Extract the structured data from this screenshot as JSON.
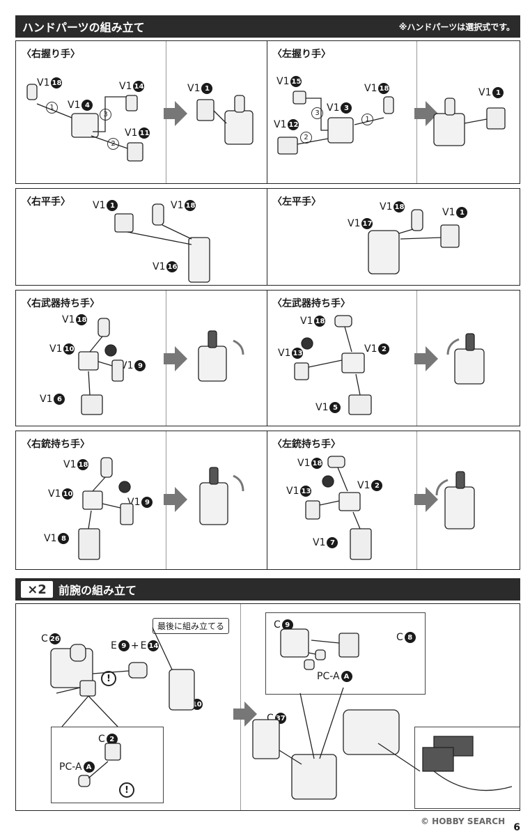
{
  "section1": {
    "title": "ハンドパーツの組み立て",
    "note": "※ハンドパーツは選択式です。"
  },
  "rows": {
    "grip": {
      "right_title": "〈右握り手〉",
      "left_title": "〈左握り手〉"
    },
    "flat": {
      "right_title": "〈右平手〉",
      "left_title": "〈左平手〉"
    },
    "weapon": {
      "right_title": "〈右武器持ち手〉",
      "left_title": "〈左武器持ち手〉"
    },
    "gun": {
      "right_title": "〈右銃持ち手〉",
      "left_title": "〈左銃持ち手〉"
    }
  },
  "parts": {
    "v1": "V1",
    "c": "C",
    "e": "E",
    "pca": "PC-A",
    "n1": "1",
    "n2": "2",
    "n3": "3",
    "n4": "4",
    "n5": "5",
    "n6": "6",
    "n7": "7",
    "n8": "8",
    "n9": "9",
    "n10": "10",
    "n11": "11",
    "n12": "12",
    "n13": "13",
    "n14": "14",
    "n15": "15",
    "n16": "16",
    "n17": "17",
    "n18": "18",
    "n26": "26",
    "n37": "37",
    "nA": "A",
    "plus": "+"
  },
  "steps": {
    "s1": "1",
    "s2": "2",
    "s3": "3"
  },
  "section2": {
    "badge": "×2",
    "title": "前腕の組み立て",
    "callout": "最後に組み立てる"
  },
  "warn": "!",
  "footer": {
    "watermark": "© HOBBY SEARCH",
    "page": "6"
  }
}
